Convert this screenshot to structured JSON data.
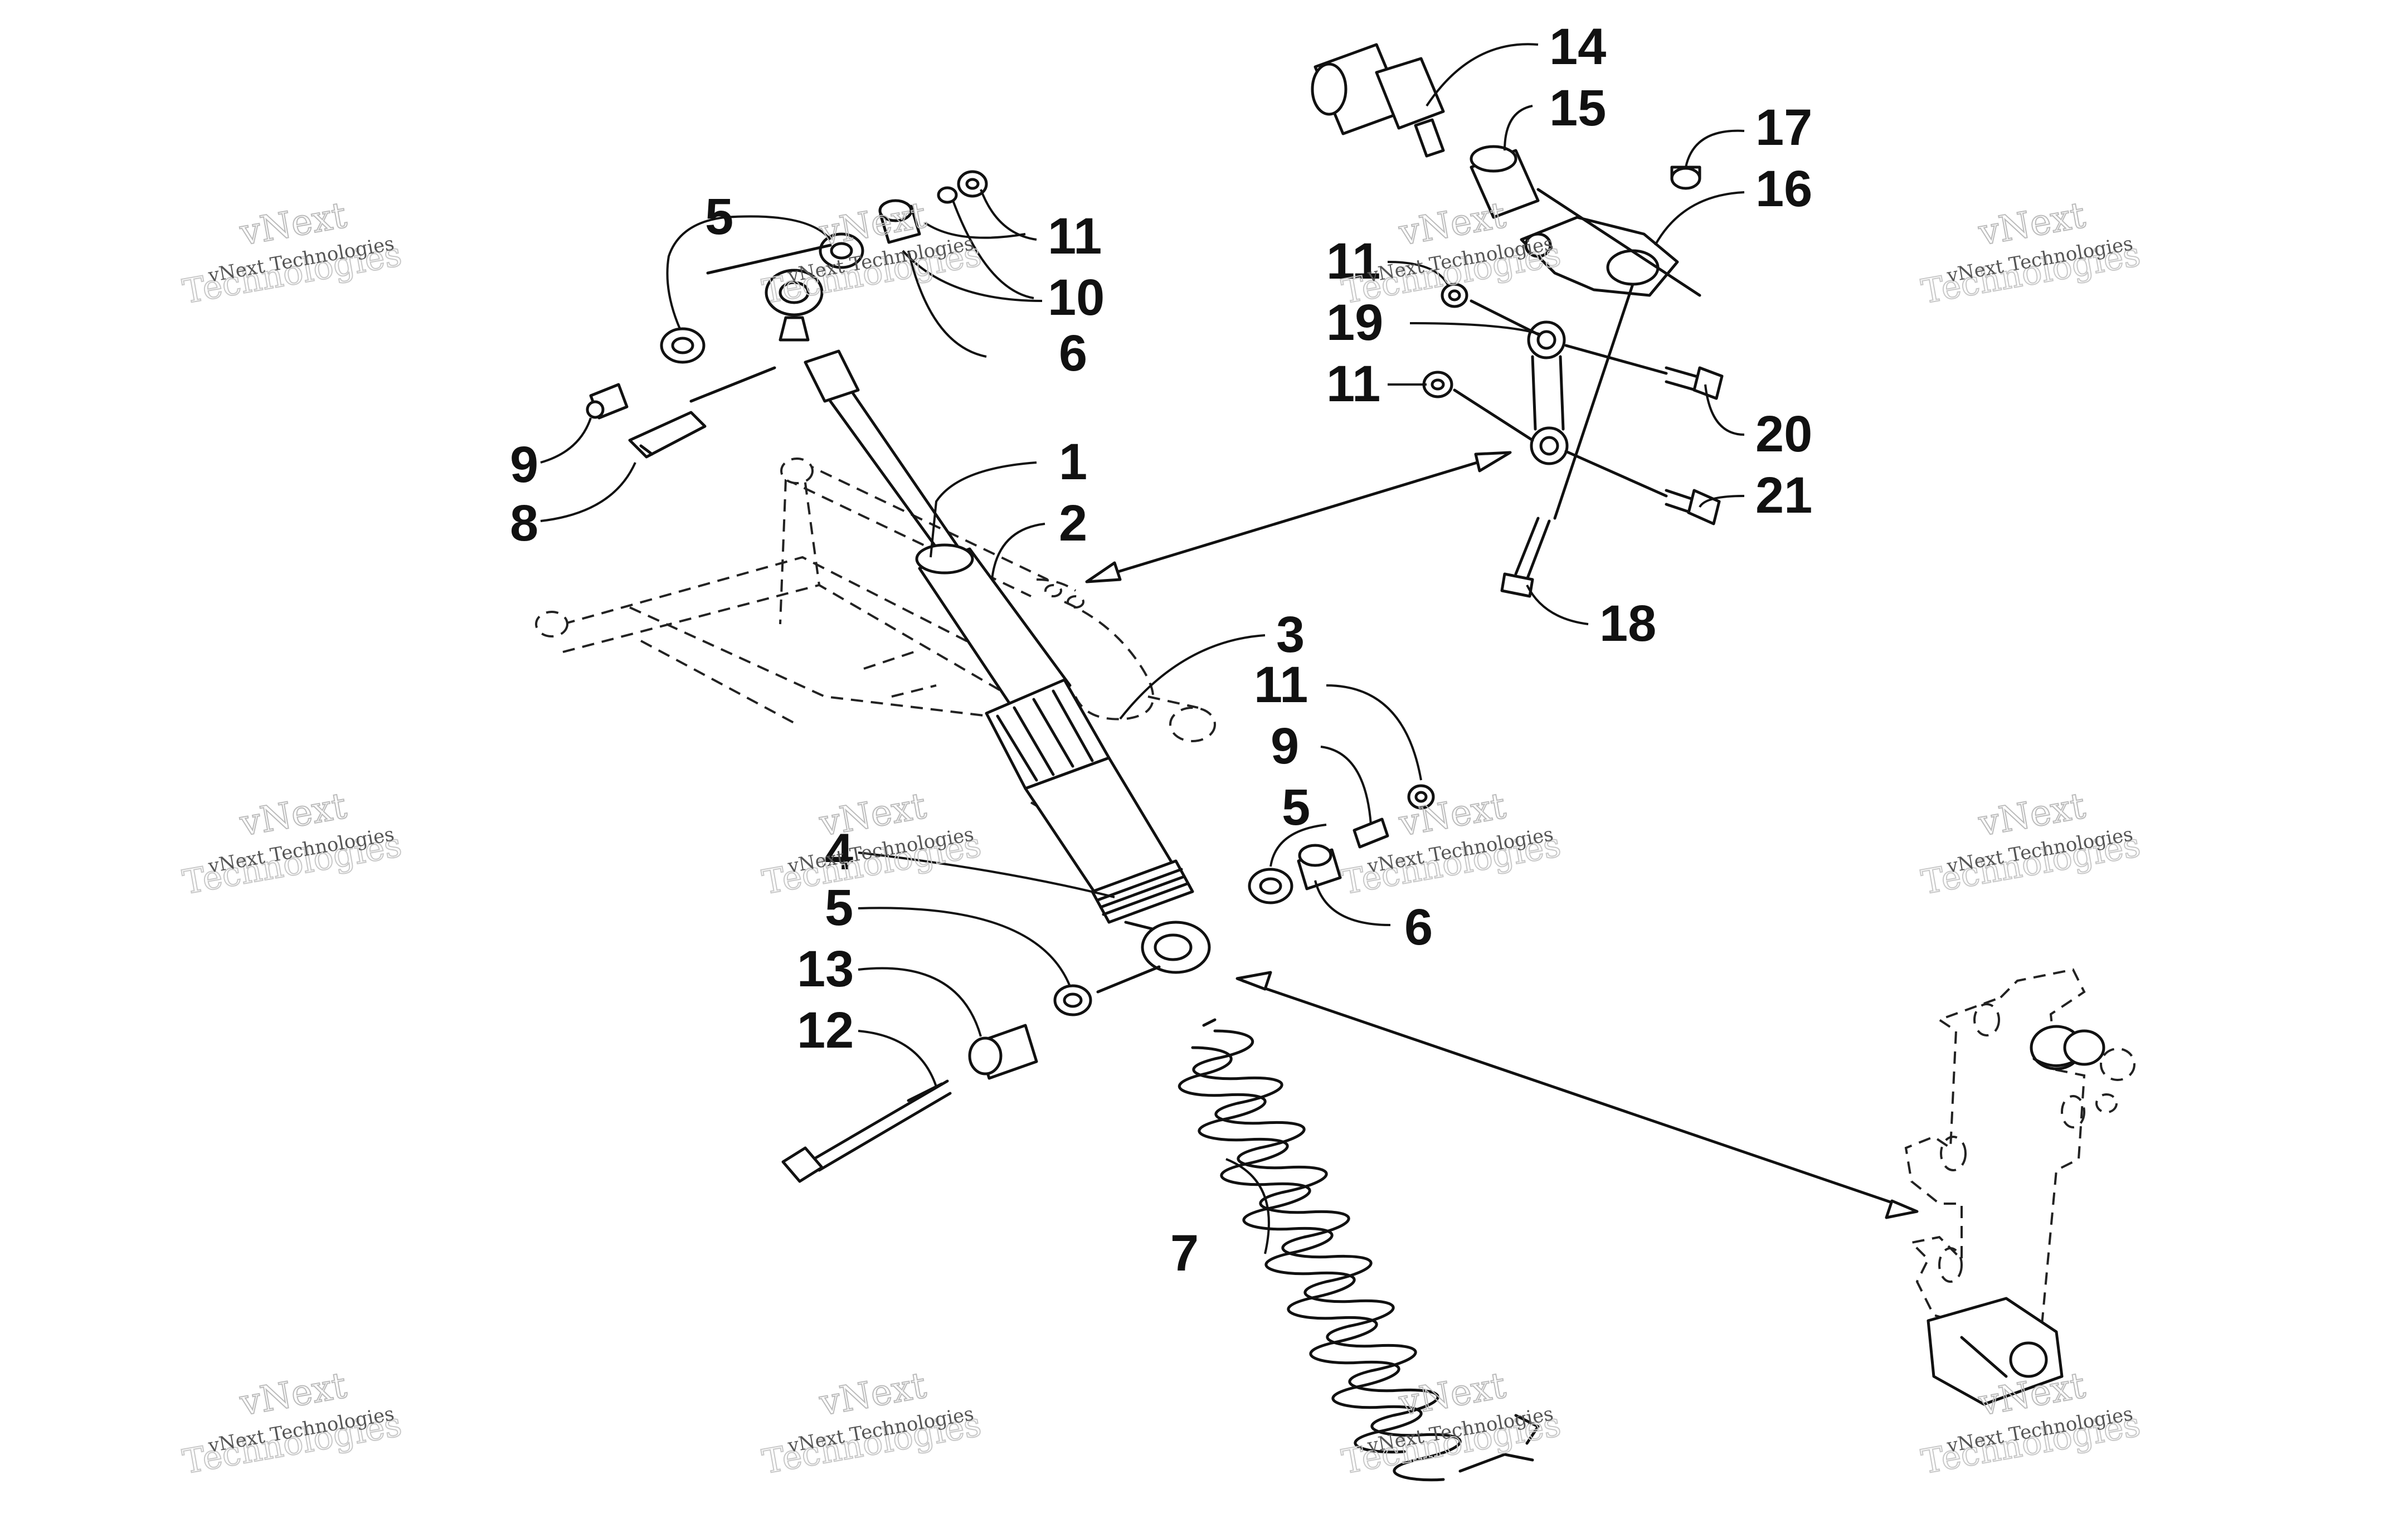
{
  "callouts": [
    {
      "id": "c1",
      "text": "1"
    },
    {
      "id": "c2",
      "text": "2"
    },
    {
      "id": "c3",
      "text": "3"
    },
    {
      "id": "c4",
      "text": "4"
    },
    {
      "id": "c5a",
      "text": "5"
    },
    {
      "id": "c5b",
      "text": "5"
    },
    {
      "id": "c5c",
      "text": "5"
    },
    {
      "id": "c6a",
      "text": "6"
    },
    {
      "id": "c6b",
      "text": "6"
    },
    {
      "id": "c7",
      "text": "7"
    },
    {
      "id": "c8",
      "text": "8"
    },
    {
      "id": "c9a",
      "text": "9"
    },
    {
      "id": "c9b",
      "text": "9"
    },
    {
      "id": "c10",
      "text": "10"
    },
    {
      "id": "c11a",
      "text": "11"
    },
    {
      "id": "c11b",
      "text": "11"
    },
    {
      "id": "c11c",
      "text": "11"
    },
    {
      "id": "c11d",
      "text": "11"
    },
    {
      "id": "c12",
      "text": "12"
    },
    {
      "id": "c13",
      "text": "13"
    },
    {
      "id": "c14",
      "text": "14"
    },
    {
      "id": "c15",
      "text": "15"
    },
    {
      "id": "c16",
      "text": "16"
    },
    {
      "id": "c17",
      "text": "17"
    },
    {
      "id": "c18",
      "text": "18"
    },
    {
      "id": "c19",
      "text": "19"
    },
    {
      "id": "c20",
      "text": "20"
    },
    {
      "id": "c21",
      "text": "21"
    }
  ],
  "watermark": {
    "line1": "vNext Technologies",
    "line2": "vNext",
    "line3": "Technologies"
  }
}
